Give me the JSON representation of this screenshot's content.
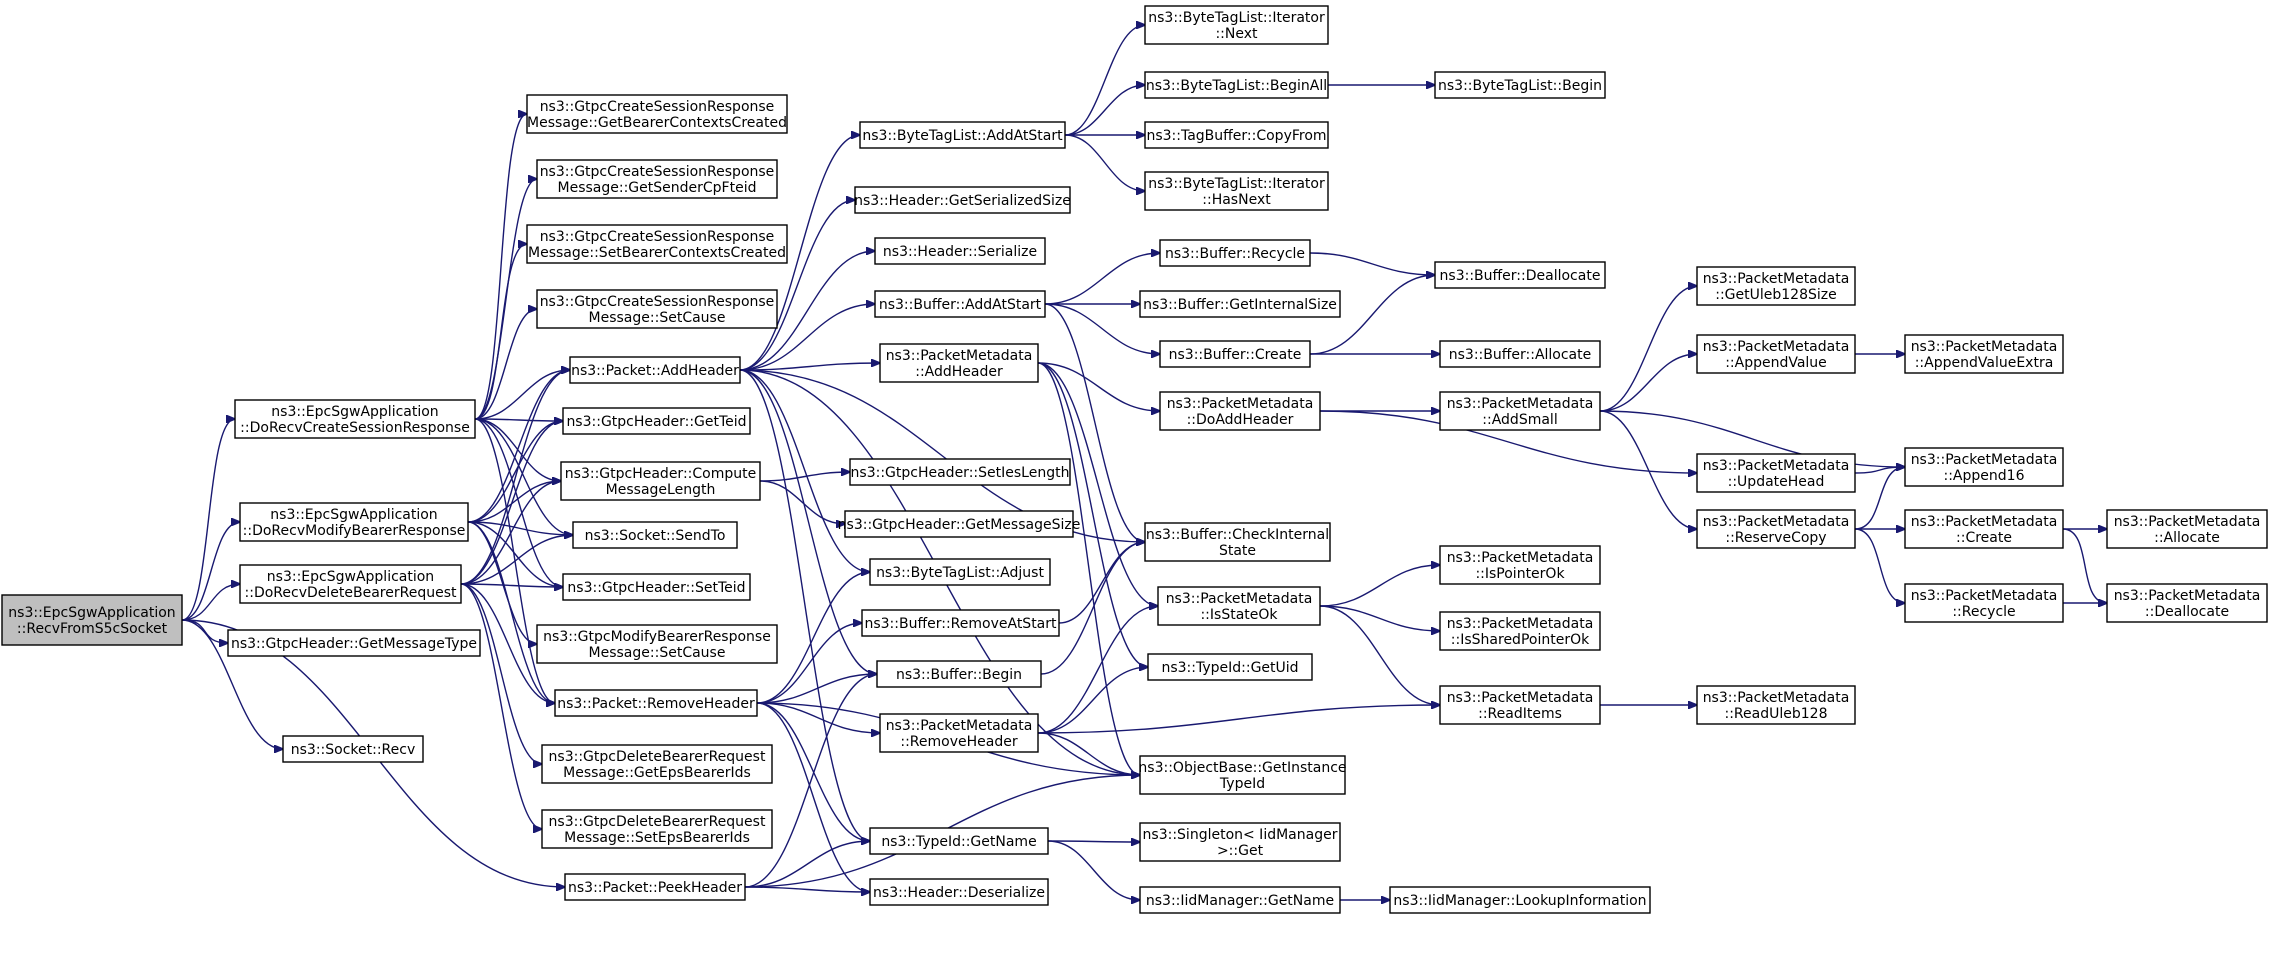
{
  "colors": {
    "edge": "#191970",
    "node_border": "#000000",
    "node_fill": "#ffffff",
    "root_fill": "#bfbfbf",
    "background": "#ffffff"
  },
  "nodes": {
    "root": [
      "ns3::EpcSgwApplication",
      "::RecvFromS5cSocket"
    ],
    "dcsr": [
      "ns3::EpcSgwApplication",
      "::DoRecvCreateSessionResponse"
    ],
    "dmbr": [
      "ns3::EpcSgwApplication",
      "::DoRecvModifyBearerResponse"
    ],
    "ddbr": [
      "ns3::EpcSgwApplication",
      "::DoRecvDeleteBearerRequest"
    ],
    "gmt": [
      "ns3::GtpcHeader::GetMessageType"
    ],
    "recv": [
      "ns3::Socket::Recv"
    ],
    "gbcc": [
      "ns3::GtpcCreateSessionResponse",
      "Message::GetBearerContextsCreated"
    ],
    "gscf": [
      "ns3::GtpcCreateSessionResponse",
      "Message::GetSenderCpFteid"
    ],
    "sbcc": [
      "ns3::GtpcCreateSessionResponse",
      "Message::SetBearerContextsCreated"
    ],
    "csc": [
      "ns3::GtpcCreateSessionResponse",
      "Message::SetCause"
    ],
    "pah": [
      "ns3::Packet::AddHeader"
    ],
    "gteid": [
      "ns3::GtpcHeader::GetTeid"
    ],
    "cml": [
      "ns3::GtpcHeader::Compute",
      "MessageLength"
    ],
    "sendto": [
      "ns3::Socket::SendTo"
    ],
    "steid": [
      "ns3::GtpcHeader::SetTeid"
    ],
    "mbsc": [
      "ns3::GtpcModifyBearerResponse",
      "Message::SetCause"
    ],
    "prh": [
      "ns3::Packet::RemoveHeader"
    ],
    "dgeb": [
      "ns3::GtpcDeleteBearerRequest",
      "Message::GetEpsBearerIds"
    ],
    "dseb": [
      "ns3::GtpcDeleteBearerRequest",
      "Message::SetEpsBearerIds"
    ],
    "pph": [
      "ns3::Packet::PeekHeader"
    ],
    "btaas": [
      "ns3::ByteTagList::AddAtStart"
    ],
    "hgss": [
      "ns3::Header::GetSerializedSize"
    ],
    "hser": [
      "ns3::Header::Serialize"
    ],
    "baas": [
      "ns3::Buffer::AddAtStart"
    ],
    "pmah": [
      "ns3::PacketMetadata",
      "::AddHeader"
    ],
    "sil": [
      "ns3::GtpcHeader::SetIesLength"
    ],
    "gms": [
      "ns3::GtpcHeader::GetMessageSize"
    ],
    "btadj": [
      "ns3::ByteTagList::Adjust"
    ],
    "bras": [
      "ns3::Buffer::RemoveAtStart"
    ],
    "bbeg": [
      "ns3::Buffer::Begin"
    ],
    "pmrh": [
      "ns3::PacketMetadata",
      "::RemoveHeader"
    ],
    "tgn": [
      "ns3::TypeId::GetName"
    ],
    "hdes": [
      "ns3::Header::Deserialize"
    ],
    "btin": [
      "ns3::ByteTagList::Iterator",
      "::Next"
    ],
    "btba": [
      "ns3::ByteTagList::BeginAll"
    ],
    "tbcf": [
      "ns3::TagBuffer::CopyFrom"
    ],
    "bthn": [
      "ns3::ByteTagList::Iterator",
      "::HasNext"
    ],
    "brec": [
      "ns3::Buffer::Recycle"
    ],
    "bgis": [
      "ns3::Buffer::GetInternalSize"
    ],
    "bcre": [
      "ns3::Buffer::Create"
    ],
    "pmdah": [
      "ns3::PacketMetadata",
      "::DoAddHeader"
    ],
    "bcis": [
      "ns3::Buffer::CheckInternal",
      "State"
    ],
    "pmiso": [
      "ns3::PacketMetadata",
      "::IsStateOk"
    ],
    "tguid": [
      "ns3::TypeId::GetUid"
    ],
    "obgit": [
      "ns3::ObjectBase::GetInstance",
      "TypeId"
    ],
    "sgl": [
      "ns3::Singleton< IidManager",
      ">::Get"
    ],
    "igname": [
      "ns3::IidManager::GetName"
    ],
    "btbeg": [
      "ns3::ByteTagList::Begin"
    ],
    "bdeal": [
      "ns3::Buffer::Deallocate"
    ],
    "balloc": [
      "ns3::Buffer::Allocate"
    ],
    "pmas": [
      "ns3::PacketMetadata",
      "::AddSmall"
    ],
    "pmipo": [
      "ns3::PacketMetadata",
      "::IsPointerOk"
    ],
    "pmispo": [
      "ns3::PacketMetadata",
      "::IsSharedPointerOk"
    ],
    "pmri": [
      "ns3::PacketMetadata",
      "::ReadItems"
    ],
    "ilook": [
      "ns3::IidManager::LookupInformation"
    ],
    "pmgu": [
      "ns3::PacketMetadata",
      "::GetUleb128Size"
    ],
    "pmav": [
      "ns3::PacketMetadata",
      "::AppendValue"
    ],
    "pmuh": [
      "ns3::PacketMetadata",
      "::UpdateHead"
    ],
    "pmrc": [
      "ns3::PacketMetadata",
      "::ReserveCopy"
    ],
    "pmru": [
      "ns3::PacketMetadata",
      "::ReadUleb128"
    ],
    "pmave": [
      "ns3::PacketMetadata",
      "::AppendValueExtra"
    ],
    "pma16": [
      "ns3::PacketMetadata",
      "::Append16"
    ],
    "pmcre": [
      "ns3::PacketMetadata",
      "::Create"
    ],
    "pmrcy": [
      "ns3::PacketMetadata",
      "::Recycle"
    ],
    "pmalloc": [
      "ns3::PacketMetadata",
      "::Allocate"
    ],
    "pmdeal": [
      "ns3::PacketMetadata",
      "::Deallocate"
    ]
  }
}
